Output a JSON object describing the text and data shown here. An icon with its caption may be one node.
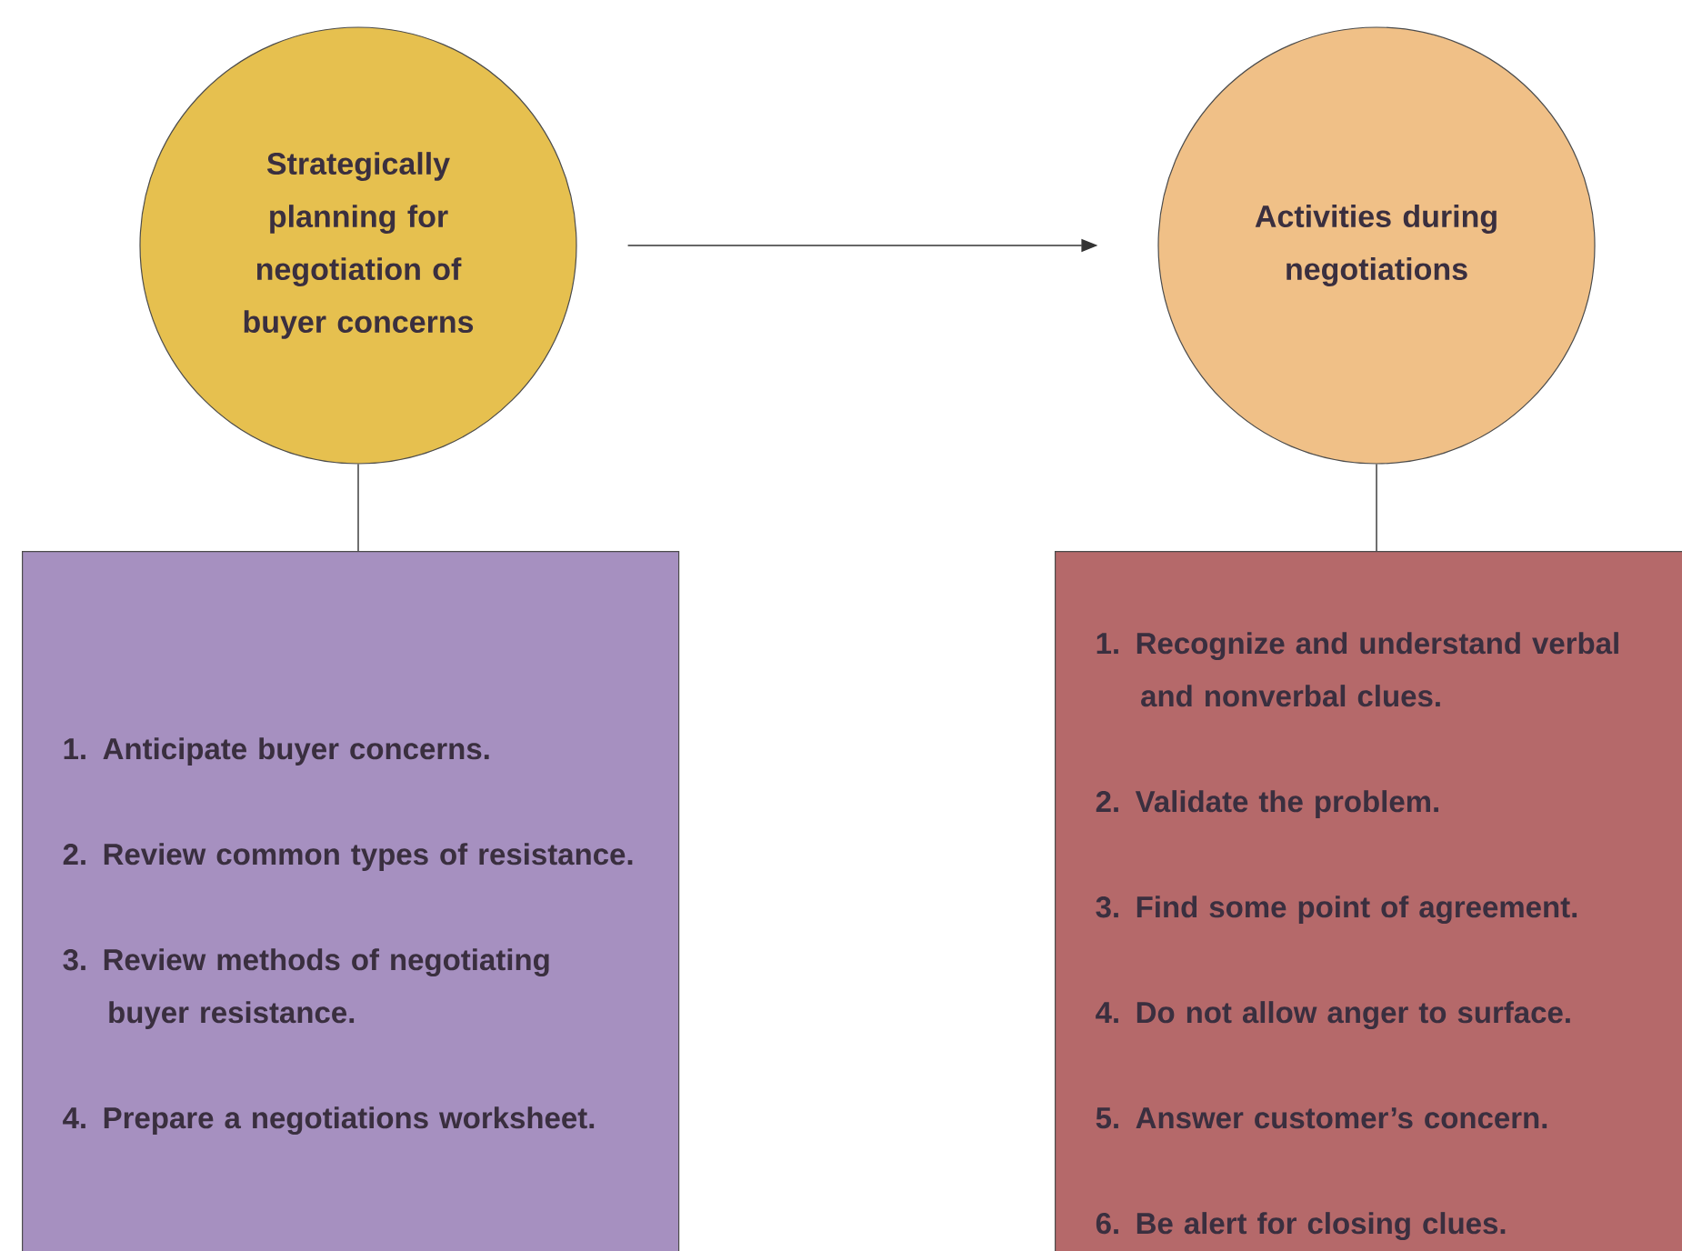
{
  "diagram": {
    "nodes": [
      {
        "text": [
          "Strategically planning for negotiation of buyer concerns"
        ]
      },
      {
        "text": [
          "Activities during negotiations"
        ]
      },
      {
        "text": [
          "1. Anticipate buyer concerns.",
          "2. Review common types of resistance.",
          "3. Review methods of negotiating buyer resistance.",
          "4. Prepare a negotiations worksheet."
        ]
      },
      {
        "text": [
          "1. Recognize and understand verbal and nonverbal clues.",
          "2. Validate the problem.",
          "3. Find some point of agreement.",
          "4. Do not allow anger to surface.",
          "5. Answer customer’s concern.",
          "6. Be alert for closing clues."
        ]
      }
    ],
    "edges": [
      {
        "from": 0,
        "to": 1,
        "arrow": "to"
      },
      {
        "from": 0,
        "to": 2,
        "arrow": "none"
      },
      {
        "from": 1,
        "to": 3,
        "arrow": "none"
      }
    ]
  }
}
